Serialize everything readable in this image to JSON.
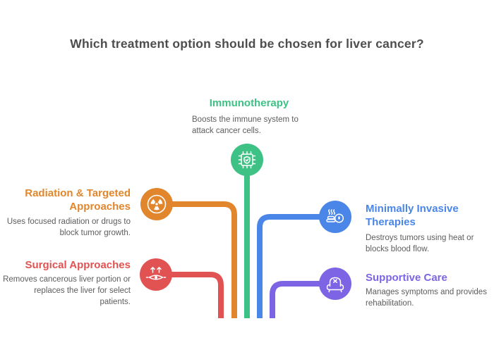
{
  "title": {
    "text": "Which treatment option should be chosen for liver cancer?",
    "color": "#4d4d4d"
  },
  "background": "#ffffff",
  "description_color": "#5d5d5d",
  "branches": [
    {
      "id": "immunotherapy",
      "label": "Immunotherapy",
      "description": "Boosts the immune system to\nattack cancer cells.",
      "color": "#3ec184",
      "icon": "ai-chip-shield-icon",
      "position": "top-center"
    },
    {
      "id": "radiation-targeted-approaches",
      "label": "Radiation & Targeted\nApproaches",
      "description": "Uses focused radiation or drugs to\nblock tumor growth.",
      "color": "#e1862d",
      "icon": "radiation-icon",
      "position": "left-upper"
    },
    {
      "id": "surgical-approaches",
      "label": "Surgical Approaches",
      "description": "Removes cancerous liver portion or\nreplaces the liver for select\npatients.",
      "color": "#e15353",
      "icon": "eye-surgery-icon",
      "position": "left-lower"
    },
    {
      "id": "minimally-invasive-therapies",
      "label": "Minimally Invasive\nTherapies",
      "description": "Destroys tumors using heat or\nblocks blood flow.",
      "color": "#4a86e8",
      "icon": "heat-therapy-icon",
      "position": "right-upper"
    },
    {
      "id": "supportive-care",
      "label": "Supportive Care",
      "description": "Manages symptoms and provides\nrehabilitation.",
      "color": "#7d64e5",
      "icon": "armchair-icon",
      "position": "right-lower"
    }
  ]
}
